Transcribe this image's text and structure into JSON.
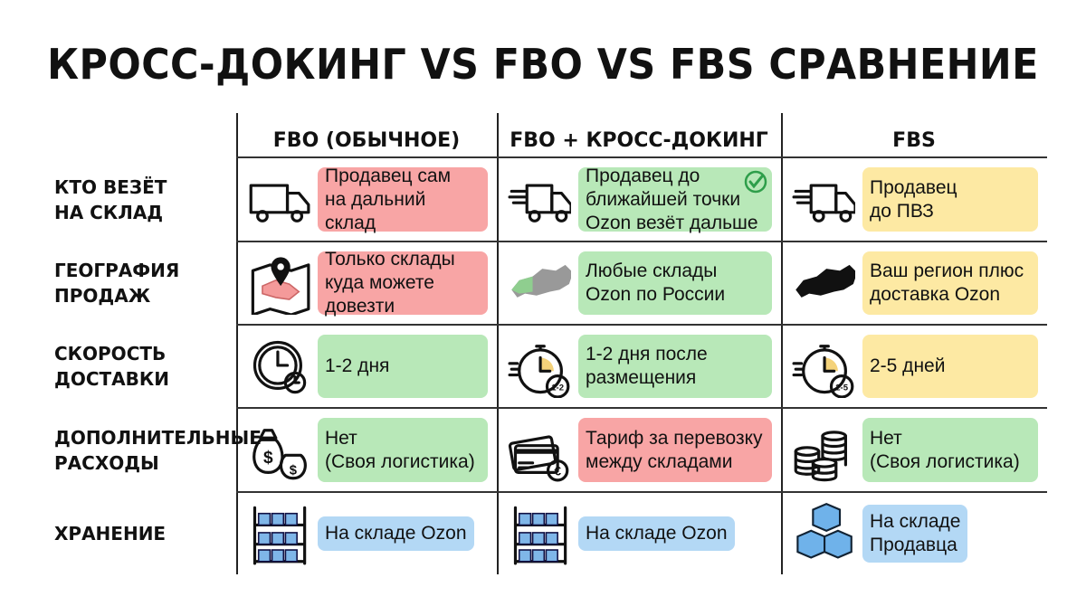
{
  "title": "КРОСС-ДОКИНГ VS FBO VS FBS СРАВНЕНИЕ",
  "columns": [
    "FBO (ОБЫЧНОЕ)",
    "FBO + КРОСС-ДОКИНГ",
    "FBS"
  ],
  "rows": [
    {
      "label": [
        "КТО ВЕЗЁТ",
        "НА СКЛАД"
      ],
      "cells": [
        {
          "icon": "truck-icon",
          "text": [
            "Продавец сам",
            "на дальний склад"
          ],
          "color": "#f8a5a5"
        },
        {
          "icon": "fast-truck-icon",
          "text": [
            "Продавец до",
            "ближайшей точки",
            "Ozon везёт дальше"
          ],
          "color": "#b8e8b8",
          "badge": "checkmark-icon"
        },
        {
          "icon": "fast-truck-icon",
          "text": [
            "Продавец",
            "до ПВЗ"
          ],
          "color": "#fde9a3"
        }
      ]
    },
    {
      "label": [
        "ГЕОГРАФИЯ",
        "ПРОДАЖ"
      ],
      "cells": [
        {
          "icon": "map-pin-icon",
          "text": [
            "Только склады",
            "куда можете довезти"
          ],
          "color": "#f8a5a5"
        },
        {
          "icon": "russia-map-grey-icon",
          "text": [
            "Любые склады",
            "Ozon по России"
          ],
          "color": "#b8e8b8"
        },
        {
          "icon": "russia-map-black-icon",
          "text": [
            "Ваш регион плюс",
            "доставка Ozon"
          ],
          "color": "#fde9a3"
        }
      ]
    },
    {
      "label": [
        "СКОРОСТЬ",
        "ДОСТАВКИ"
      ],
      "cells": [
        {
          "icon": "clock-icon",
          "text": [
            "1-2 дня"
          ],
          "color": "#b8e8b8"
        },
        {
          "icon": "stopwatch-icon",
          "iconLabel": "1-2",
          "text": [
            "1-2 дня после",
            "размещения"
          ],
          "color": "#b8e8b8"
        },
        {
          "icon": "stopwatch-icon",
          "iconLabel": "2-5",
          "text": [
            "2-5 дней"
          ],
          "color": "#fde9a3"
        }
      ]
    },
    {
      "label": [
        "ДОПОЛНИТЕЛЬНЫЕ",
        "РАСХОДЫ"
      ],
      "cells": [
        {
          "icon": "money-bags-icon",
          "text": [
            "Нет",
            "(Своя логистика)"
          ],
          "color": "#b8e8b8"
        },
        {
          "icon": "credit-card-euro-icon",
          "text": [
            "Тариф за перевозку",
            "между складами"
          ],
          "color": "#f8a5a5"
        },
        {
          "icon": "coin-stacks-icon",
          "text": [
            "Нет",
            "(Своя логистика)"
          ],
          "color": "#b8e8b8"
        }
      ]
    },
    {
      "label": [
        "ХРАНЕНИЕ"
      ],
      "cells": [
        {
          "icon": "warehouse-shelves-icon",
          "text": [
            "На складе Ozon"
          ],
          "color": "#b3d8f5"
        },
        {
          "icon": "warehouse-shelves-icon",
          "text": [
            "На складе Ozon"
          ],
          "color": "#b3d8f5"
        },
        {
          "icon": "boxes-icon",
          "text": [
            "На складе",
            "Продавца"
          ],
          "color": "#b3d8f5"
        }
      ]
    }
  ]
}
